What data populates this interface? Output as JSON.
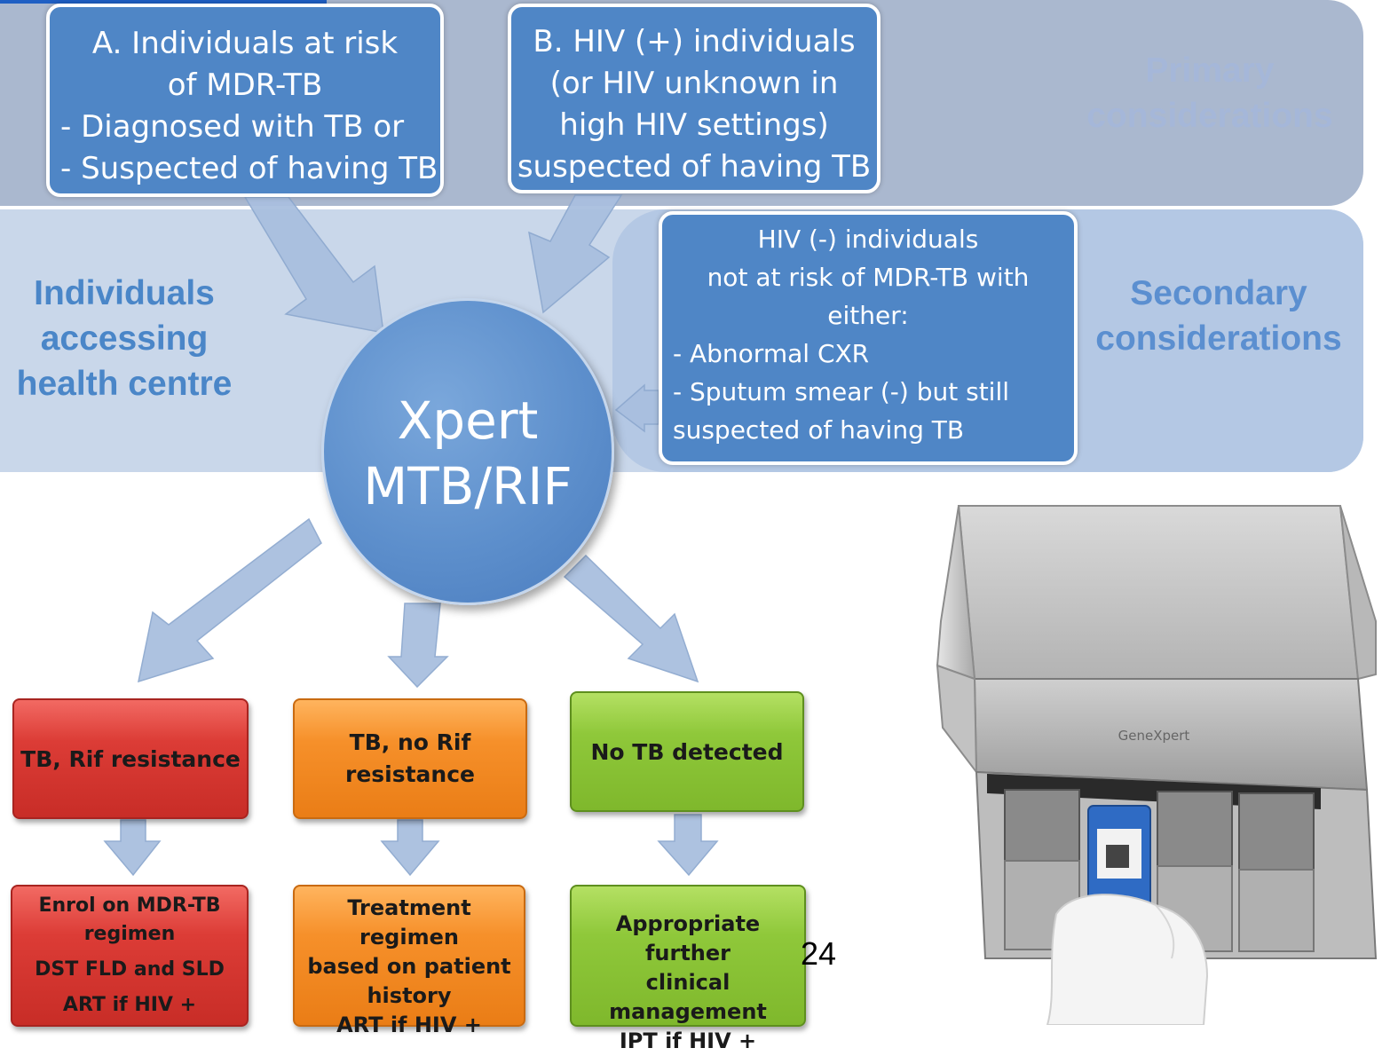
{
  "labels": {
    "primary": [
      "Primary",
      "considerations"
    ],
    "secondary": [
      "Secondary",
      "considerations"
    ],
    "accessing": [
      "Individuals",
      "accessing",
      "health centre"
    ]
  },
  "box_a": {
    "lines": [
      "A. Individuals at risk",
      "of MDR-TB",
      "- Diagnosed with TB or",
      "- Suspected of having TB"
    ]
  },
  "box_b": {
    "lines": [
      "B. HIV (+) individuals",
      "(or HIV unknown in",
      "high HIV settings)",
      "suspected of having TB"
    ]
  },
  "box_c": {
    "lines": [
      "HIV (-) individuals",
      "not at risk of MDR-TB with",
      "either:",
      "- Abnormal CXR",
      "- Sputum smear (-) but still",
      "suspected of having TB"
    ]
  },
  "xpert": {
    "lines": [
      "Xpert",
      "MTB/RIF"
    ]
  },
  "results": {
    "rif": [
      "TB, Rif resistance"
    ],
    "norif": [
      "TB, no Rif",
      "resistance"
    ],
    "notb": [
      "No TB detected"
    ]
  },
  "actions": {
    "mdr": [
      "Enrol on MDR-TB",
      "regimen",
      "DST FLD and SLD",
      "ART if HIV +"
    ],
    "treat": [
      "Treatment regimen",
      "based on patient",
      "history",
      "ART if HIV +"
    ],
    "further": [
      "Appropriate further",
      "clinical management",
      "IPT if HIV +"
    ]
  },
  "device": {
    "brand": "GeneXpert"
  },
  "page_number": "24",
  "colors": {
    "box_blue": "#4f86c6",
    "red": "#dc3c36",
    "orange": "#f6902a",
    "green": "#8fc83a",
    "arrow": "#a9bfdf"
  }
}
